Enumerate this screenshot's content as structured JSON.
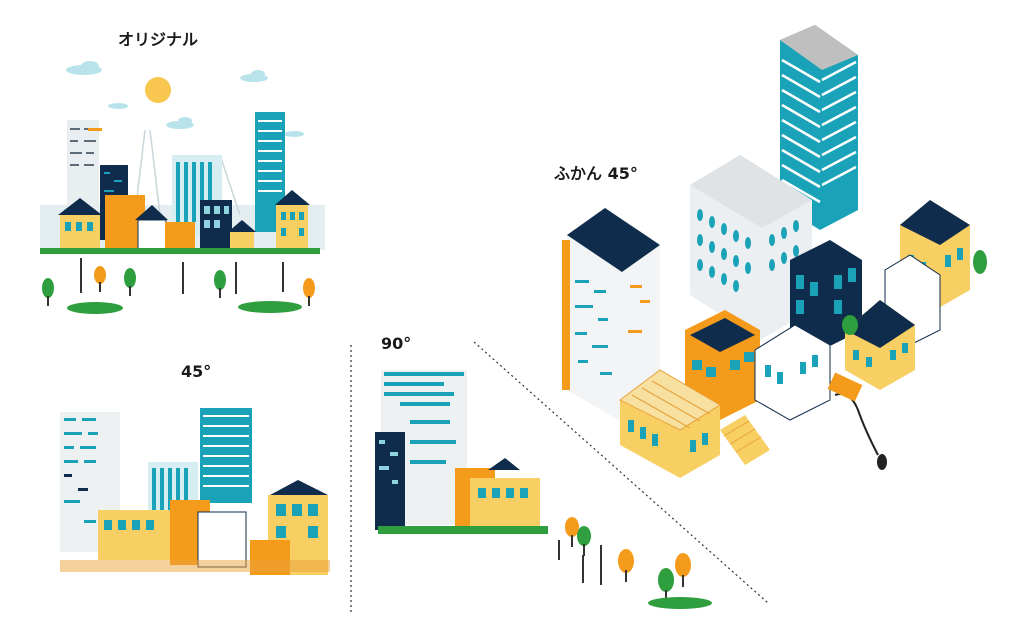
{
  "labels": {
    "original": "オリジナル",
    "angle_45": "45°",
    "angle_90": "90°",
    "birdseye_45": "ふかん 45°"
  },
  "colors": {
    "navy": "#0f2c4c",
    "teal": "#1aa3b8",
    "light_teal": "#8fd3df",
    "orange": "#f59b1b",
    "yellow": "#f7cf63",
    "green": "#2e9e3f",
    "gray": "#d9dde0",
    "sun": "#f9c74f"
  }
}
